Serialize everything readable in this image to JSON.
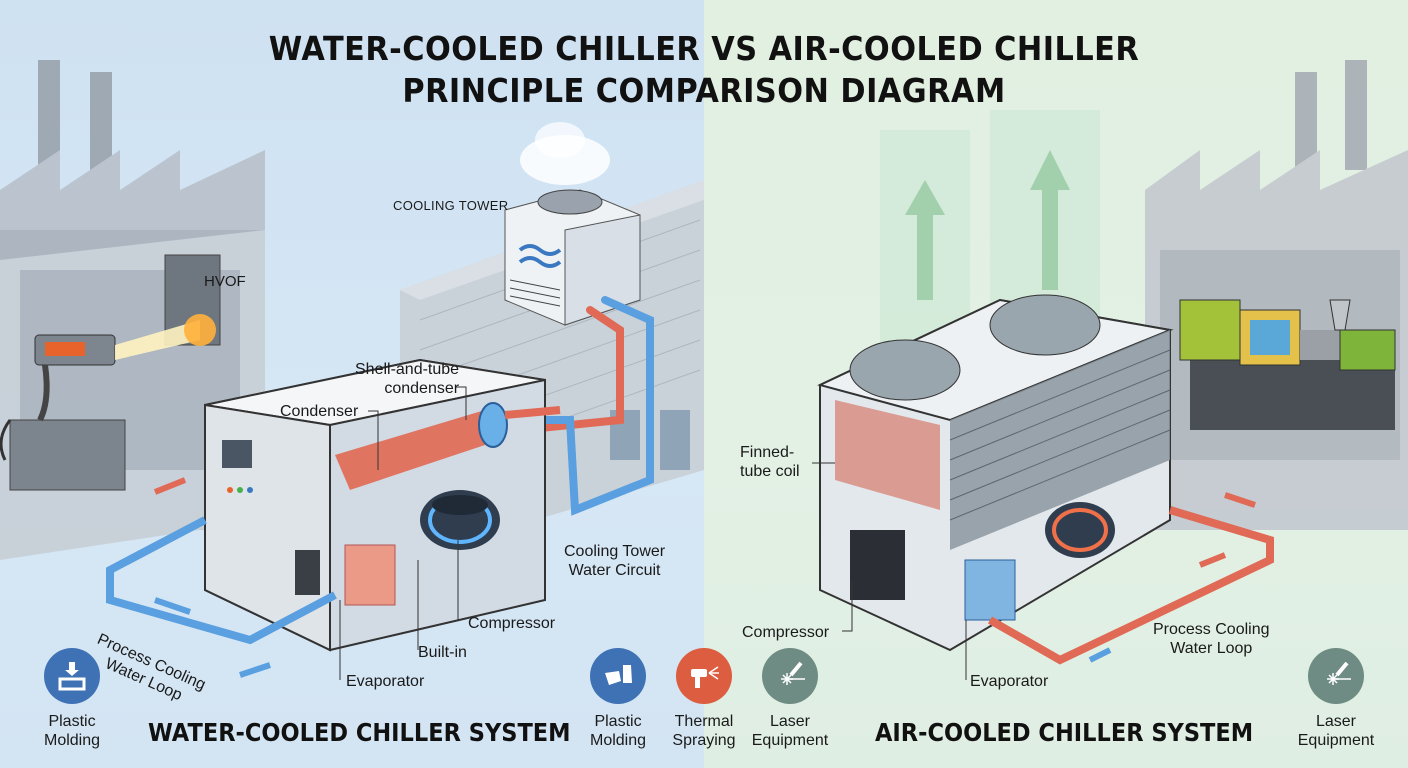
{
  "title": {
    "line1": "WATER-COOLED CHILLER VS AIR-COOLED CHILLER",
    "line2": "PRINCIPLE COMPARISON DIAGRAM"
  },
  "colors": {
    "left_bg": "#d4e6f4",
    "right_bg": "#e2f0e3",
    "hot_pipe": "#e06a55",
    "cold_pipe": "#5a9fe0",
    "icon_blue": "#3f72b5",
    "icon_orange": "#dc5d3f",
    "icon_gray": "#6f8c84"
  },
  "water_cooled": {
    "system_label": "WATER-COOLED CHILLER SYSTEM",
    "labels": {
      "cooling_tower": "COOLING TOWER",
      "hvof": "HVOF",
      "shell_tube": "Shell-and-tube\ncondenser",
      "condenser": "Condenser",
      "cooling_tower_circuit": "Cooling Tower\nWater Circuit",
      "compressor": "Compressor",
      "built_in": "Built-in",
      "evaporator": "Evaporator",
      "process_loop": "Process Cooling\nWater Loop"
    },
    "application": {
      "label": "Plastic\nMolding",
      "icon": "injection-mold-icon"
    }
  },
  "air_cooled": {
    "system_label": "AIR-COOLED CHILLER SYSTEM",
    "labels": {
      "finned_coil": "Finned-\ntube coil",
      "compressor": "Compressor",
      "evaporator": "Evaporator",
      "process_loop": "Process Cooling\nWater Loop"
    },
    "application": {
      "label": "Laser\nEquipment",
      "icon": "laser-icon"
    }
  },
  "center_applications": [
    {
      "label": "Plastic\nMolding",
      "icon": "plastic-molding-icon",
      "color": "#3f72b5"
    },
    {
      "label": "Thermal\nSpraying",
      "icon": "spray-gun-icon",
      "color": "#dc5d3f"
    },
    {
      "label": "Laser\nEquipment",
      "icon": "laser-icon",
      "color": "#6f8c84"
    }
  ]
}
